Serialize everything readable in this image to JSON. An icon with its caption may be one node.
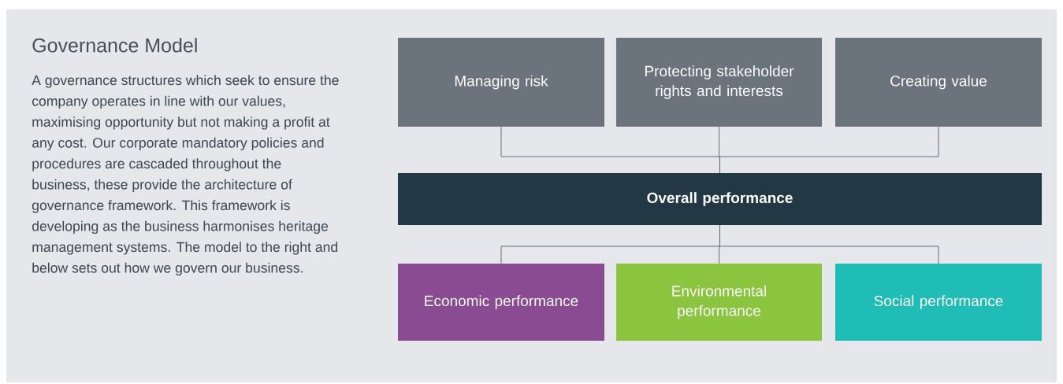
{
  "diagram": {
    "title": "Governance Model",
    "nodes": [
      {
        "text": [
          "Managing risk"
        ]
      },
      {
        "text": [
          "Protecting stakeholder rights and interests"
        ]
      },
      {
        "text": [
          "Creating value"
        ]
      },
      {
        "text": [
          "Overall performance"
        ]
      },
      {
        "text": [
          "Economic performance"
        ]
      },
      {
        "text": [
          "Environmental performance"
        ]
      },
      {
        "text": [
          "Social performance"
        ]
      }
    ],
    "edges": [
      {
        "from": 0,
        "to": 3,
        "arrow": "none"
      },
      {
        "from": 1,
        "to": 3,
        "arrow": "none"
      },
      {
        "from": 2,
        "to": 3,
        "arrow": "none"
      },
      {
        "from": 3,
        "to": 4,
        "arrow": "none"
      },
      {
        "from": 3,
        "to": 5,
        "arrow": "none"
      },
      {
        "from": 3,
        "to": 6,
        "arrow": "none"
      }
    ],
    "labels": [
      "A governance structures which seek to ensure the company operates in line with our values, maximising opportunity but not making a profit at any cost. Our corporate mandatory policies and procedures are cascaded throughout the business, these provide the architecture of governance framework. This framework is developing as the business harmonises heritage management systems. The model to the right and below sets out how we govern our business."
    ]
  }
}
